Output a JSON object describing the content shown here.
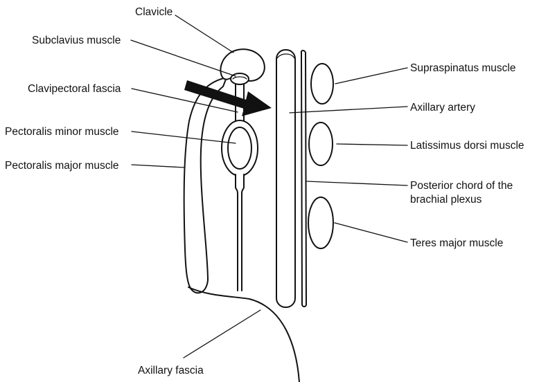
{
  "labels": {
    "clavicle": "Clavicle",
    "subclavius": "Subclavius muscle",
    "clavipectoral": "Clavipectoral fascia",
    "pectoralis_minor": "Pectoralis minor muscle",
    "pectoralis_major": "Pectoralis major muscle",
    "supraspinatus": "Supraspinatus muscle",
    "axillary_artery": "Axillary artery",
    "latissimus": "Latissimus dorsi muscle",
    "posterior_chord_line1": "Posterior chord of the",
    "posterior_chord_line2": "brachial plexus",
    "teres_major": "Teres major muscle",
    "axillary_fascia": "Axillary fascia"
  },
  "colors": {
    "ink": "#111111",
    "background": "#ffffff"
  }
}
